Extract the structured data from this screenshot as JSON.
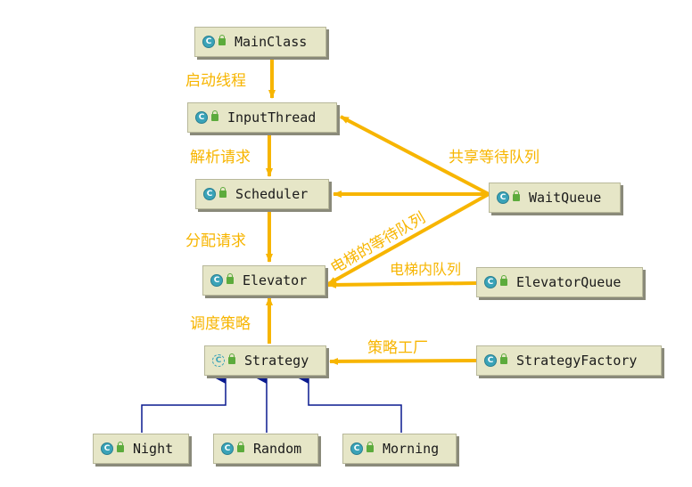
{
  "nodes": {
    "main_class": "MainClass",
    "input_thread": "InputThread",
    "scheduler": "Scheduler",
    "elevator": "Elevator",
    "strategy": "Strategy",
    "wait_queue": "WaitQueue",
    "elevator_queue": "ElevatorQueue",
    "strategy_factory": "StrategyFactory",
    "night": "Night",
    "random": "Random",
    "morning": "Morning"
  },
  "class_icon_letter": "C",
  "edge_labels": {
    "start_thread": "启动线程",
    "parse_request": "解析请求",
    "dispatch_request": "分配请求",
    "schedule_strategy": "调度策略",
    "shared_wait_queue": "共享等待队列",
    "elevator_wait_queue": "电梯的等待队列",
    "elevator_inner_queue": "电梯内队列",
    "strategy_factory": "策略工厂"
  },
  "colors": {
    "association": "#f7b500",
    "inheritance": "#0a1a8f",
    "node_fill": "#e6e6c7",
    "class_icon": "#3aa3b8"
  }
}
